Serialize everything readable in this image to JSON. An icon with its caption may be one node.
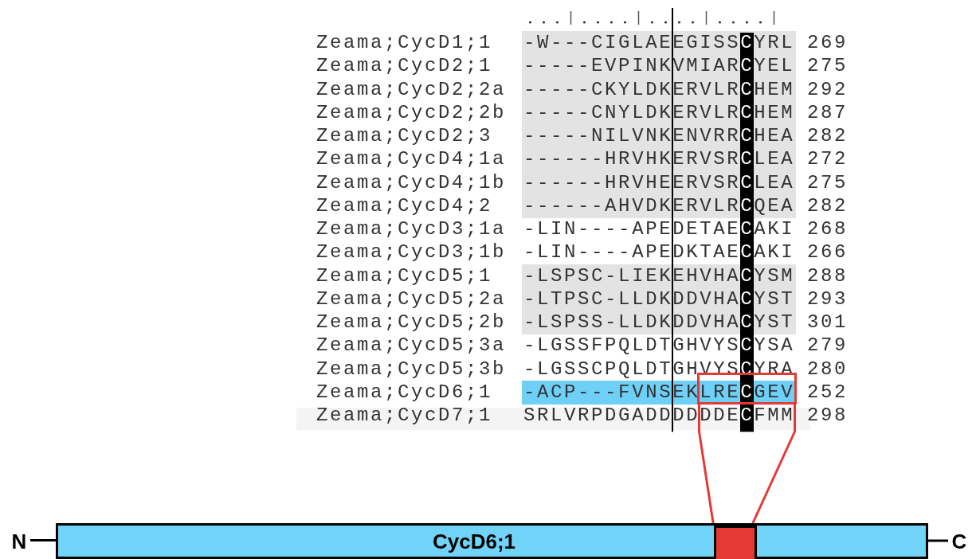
{
  "diagram": {
    "nodes": [
      {
        "text": [],
        "shape": "box"
      },
      {
        "text": [
          "CycD6;1"
        ]
      },
      {
        "text": [],
        "shape": "box",
        "in": 1
      },
      {
        "text": [
          "N"
        ]
      },
      {
        "text": [
          "C"
        ]
      }
    ],
    "edges": [
      {
        "from": 0,
        "to": 2,
        "arrow": "none",
        "color": "#e53935"
      },
      {
        "from": 0,
        "to": 2,
        "arrow": "none",
        "color": "#e53935"
      },
      {
        "from": 3,
        "to": 1,
        "arrow": "none",
        "color": "#000000"
      },
      {
        "from": 1,
        "to": 4,
        "arrow": "none",
        "color": "#000000"
      }
    ],
    "labels": [
      "Zeama;CycD1;1",
      "-W---CIGLAEEGISSCYRL",
      "269",
      "Zeama;CycD2;1",
      "-----EVPINKVMIARCYEL",
      "275",
      "Zeama;CycD2;2a",
      "-----CKYLDKERVLRCHEM",
      "292",
      "Zeama;CycD2;2b",
      "-----CNYLDKERVLRCHEM",
      "287",
      "Zeama;CycD2;3",
      "-----NILVNKENVRRCHEA",
      "282",
      "Zeama;CycD4;1a",
      "------HRVHKERVSRCLEA",
      "272",
      "Zeama;CycD4;1b",
      "------HRVHEERVSRCLEA",
      "275",
      "Zeama;CycD4;2",
      "------AHVDKERVLRCQEA",
      "282",
      "Zeama;CycD3;1a",
      "-LIN----APEDETAECAKI",
      "268",
      "Zeama;CycD3;1b",
      "-LIN----APEDKTAECAKI",
      "266",
      "Zeama;CycD5;1",
      "-LSPSC-LIEKEHVHACYSM",
      "288",
      "Zeama;CycD5;2a",
      "-LTPSC-LLDKDDVHACYST",
      "293",
      "Zeama;CycD5;2b",
      "-LSPSS-LLDKDDVHACYST",
      "301",
      "Zeama;CycD5;3a",
      "-LGSSFPQLDTGHVYSCYSA",
      "279",
      "Zeama;CycD5;3b",
      "-LGSSCPQLDTGHVYSCYRA",
      "280",
      "Zeama;CycD6;1",
      "-ACP---FVNSEKLRECGEV",
      "252",
      "Zeama;CycD7;1",
      "SRLVRPDGADDDDDDECFMM",
      "298"
    ]
  }
}
